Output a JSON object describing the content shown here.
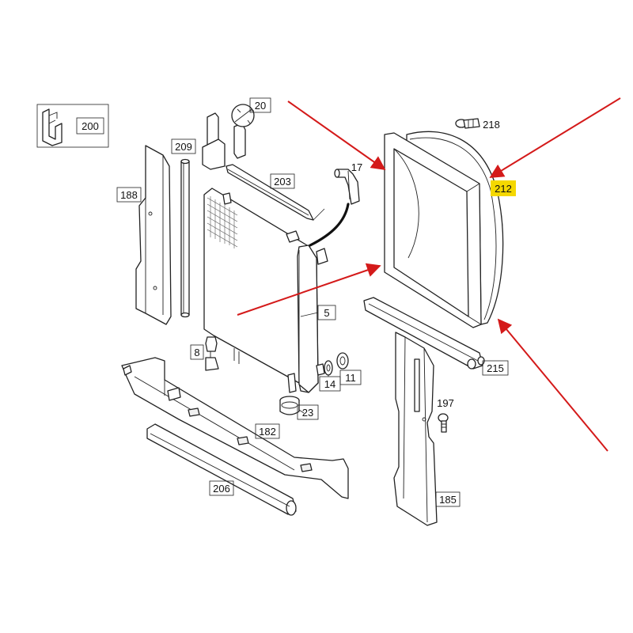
{
  "colors": {
    "arrow": "#d41a1a",
    "highlight": "#f5d800",
    "line": "#222222"
  },
  "labels": {
    "p200": "200",
    "p20": "20",
    "p209": "209",
    "p188": "188",
    "p203": "203",
    "p17": "17",
    "p218": "218",
    "p212": "212",
    "p5": "5",
    "p8": "8",
    "p14": "14",
    "p11": "11",
    "p23": "23",
    "p215": "215",
    "p197": "197",
    "p182": "182",
    "p206": "206",
    "p185": "185"
  },
  "highlighted_part": "212"
}
